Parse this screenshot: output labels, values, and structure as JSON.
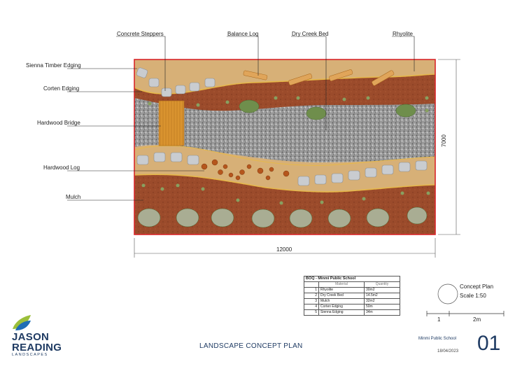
{
  "callouts": {
    "concrete_steppers": "Concrete Steppers",
    "balance_log": "Balance Log",
    "dry_creek_bed": "Dry Creek Bed",
    "rhyolite": "Rhyolite",
    "sienna_timber_edging": "Sienna Timber Edging",
    "corten_edging": "Corten Edging",
    "hardwood_bridge": "Hardwood Bridge",
    "hardwood_log": "Hardwood Log",
    "mulch": "Mulch"
  },
  "dimensions": {
    "width": "12000",
    "height": "7000"
  },
  "boq": {
    "title": "BOQ - Minmi Public School",
    "col_material": "Material",
    "col_quantity": "Quantity",
    "rows": [
      {
        "n": "1",
        "material": "Rhyolite",
        "qty": "30m2"
      },
      {
        "n": "2",
        "material": "Dry Creek Bed",
        "qty": "14.5m2"
      },
      {
        "n": "3",
        "material": "Mulch",
        "qty": "32m2"
      },
      {
        "n": "4",
        "material": "Corten Edging",
        "qty": "50m"
      },
      {
        "n": "5",
        "material": "Sienna Edging",
        "qty": "34m"
      }
    ]
  },
  "concept": {
    "title": "Concept Plan",
    "scale": "Scale 1:50",
    "bar_one": "1",
    "bar_two": "2m"
  },
  "footer": {
    "plan_title": "LANDSCAPE CONCEPT PLAN",
    "school": "Minmi Public School",
    "date": "18/04/2023",
    "sheet": "01"
  },
  "logo": {
    "line1": "JASON",
    "line2": "READING",
    "line3": "LANDSCAPES"
  },
  "colors": {
    "border": "#d8262a",
    "rhyolite": "#d7b077",
    "mulch": "#9a4a2a",
    "gravel": "#8e8e8e",
    "edging": "#e6b84a",
    "logo_blue": "#1f3b63",
    "logo_green": "#9bbf3a"
  }
}
